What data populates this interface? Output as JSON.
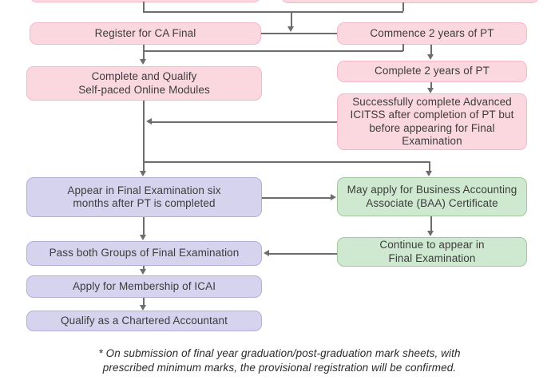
{
  "colors": {
    "pink_fill": "#fbd7e0",
    "pink_border": "#f5b8c8",
    "purple_fill": "#d6d3ef",
    "purple_border": "#b3aed8",
    "green_fill": "#cfe9d1",
    "green_border": "#a2c79f",
    "line": "#6d6d6d",
    "text": "#3c3c3c",
    "footnote": "#2b2b2b"
  },
  "nodes": {
    "register": "Register for CA Final",
    "commence": "Commence 2 years of PT",
    "self_paced": "Complete and Qualify\nSelf-paced Online Modules",
    "complete_pt": "Complete 2 years of PT",
    "icitss": "Successfully complete Advanced\nICITSS after completion of PT but\nbefore appearing for Final\nExamination",
    "appear_final": "Appear in Final Examination six\nmonths after PT is completed",
    "baa": "May apply for Business Accounting\nAssociate (BAA) Certificate",
    "pass_groups": "Pass both Groups of Final Examination",
    "continue_final": "Continue to appear in\nFinal Examination",
    "membership": "Apply for Membership of ICAI",
    "qualify": "Qualify as a Chartered Accountant"
  },
  "footnote": "* On submission of final year graduation/post-graduation mark sheets, with\nprescribed minimum marks, the provisional registration will be confirmed."
}
